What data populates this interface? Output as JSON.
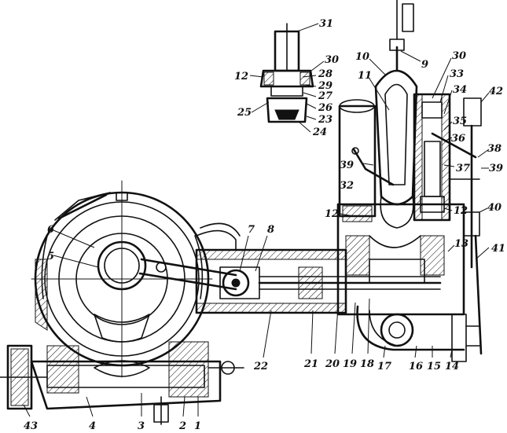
{
  "figure": {
    "labels": [
      "31",
      "30",
      "9",
      "10",
      "30",
      "33",
      "34",
      "42",
      "12",
      "28",
      "29",
      "27",
      "25",
      "26",
      "23",
      "24",
      "11",
      "35",
      "36",
      "38",
      "39",
      "37",
      "39",
      "32",
      "12",
      "12",
      "40",
      "6",
      "7",
      "8",
      "5",
      "13",
      "41",
      "22",
      "21",
      "20",
      "19",
      "18",
      "17",
      "16",
      "15",
      "14",
      "43",
      "4",
      "3",
      "2",
      "1"
    ]
  },
  "colors": {
    "ink": "#111111",
    "paper": "#ffffff"
  }
}
